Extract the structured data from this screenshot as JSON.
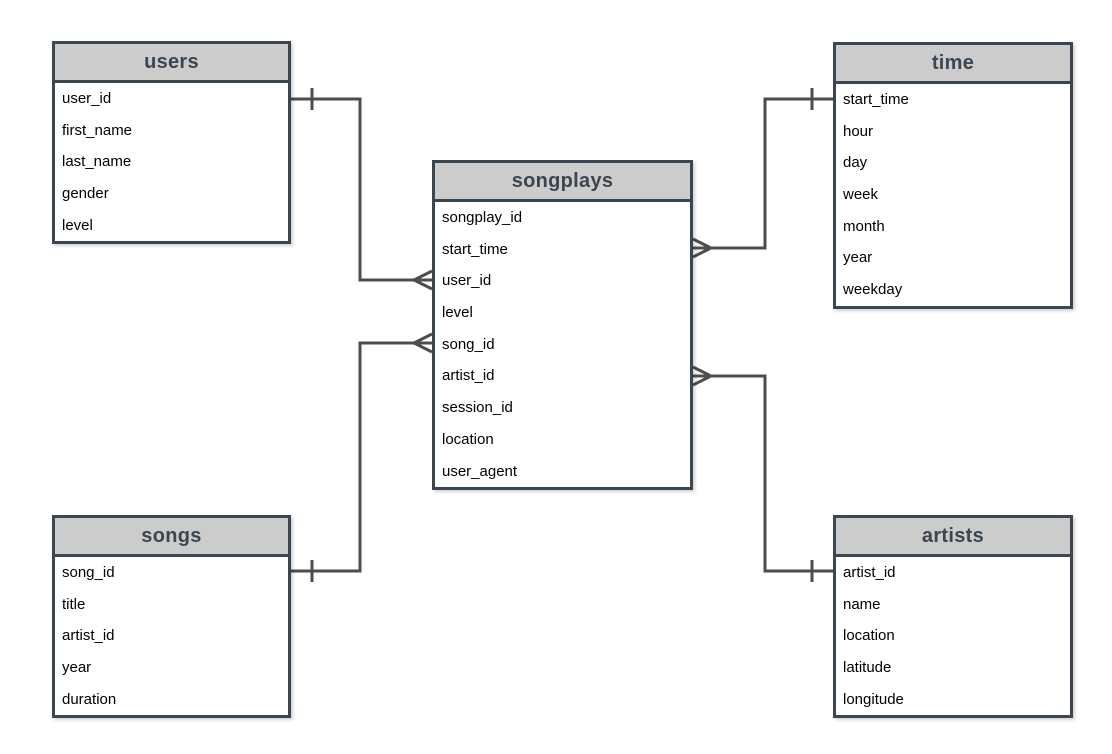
{
  "diagram": {
    "type": "entity-relationship",
    "colors": {
      "background": "#ffffff",
      "border": "#3b4651",
      "header_fill": "#cccccc",
      "header_text": "#3b4651",
      "field_text": "#000000",
      "connector": "#4d4d4d"
    },
    "tables": [
      {
        "id": "users",
        "title": "users",
        "fields": [
          "user_id",
          "first_name",
          "last_name",
          "gender",
          "level"
        ]
      },
      {
        "id": "songplays",
        "title": "songplays",
        "fields": [
          "songplay_id",
          "start_time",
          "user_id",
          "level",
          "song_id",
          "artist_id",
          "session_id",
          "location",
          "user_agent"
        ]
      },
      {
        "id": "time",
        "title": "time",
        "fields": [
          "start_time",
          "hour",
          "day",
          "week",
          "month",
          "year",
          "weekday"
        ]
      },
      {
        "id": "songs",
        "title": "songs",
        "fields": [
          "song_id",
          "title",
          "artist_id",
          "year",
          "duration"
        ]
      },
      {
        "id": "artists",
        "title": "artists",
        "fields": [
          "artist_id",
          "name",
          "location",
          "latitude",
          "longitude"
        ]
      }
    ],
    "relationships": [
      {
        "from": "users.user_id",
        "from_cardinality": "one",
        "to": "songplays.user_id",
        "to_cardinality": "many"
      },
      {
        "from": "songs.song_id",
        "from_cardinality": "one",
        "to": "songplays.song_id",
        "to_cardinality": "many"
      },
      {
        "from": "time.start_time",
        "from_cardinality": "one",
        "to": "songplays.start_time",
        "to_cardinality": "many"
      },
      {
        "from": "artists.artist_id",
        "from_cardinality": "one",
        "to": "songplays.artist_id",
        "to_cardinality": "many"
      }
    ]
  }
}
